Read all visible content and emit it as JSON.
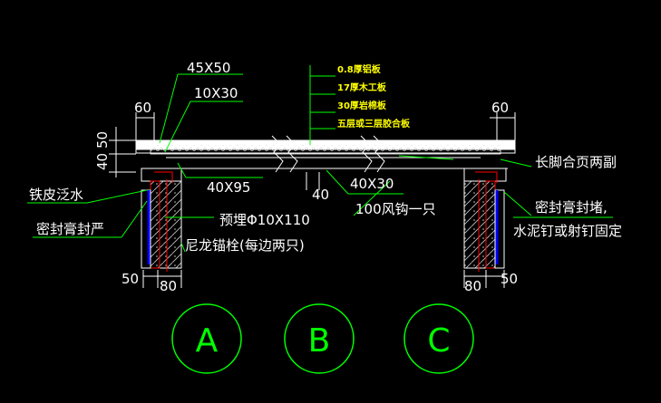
{
  "diagram": {
    "dims": {
      "top_frame": "45X50",
      "top_frame2": "10X30",
      "left_60": "60",
      "right_60": "60",
      "height_50": "50",
      "height_40": "40",
      "sleeper": "40X95",
      "mid_40": "40",
      "mid_40x30": "40X30",
      "bottom_left_50": "50",
      "bottom_left_80": "80",
      "bottom_right_80": "80",
      "bottom_right_50": "50"
    },
    "layers": {
      "l1": "0.8厚铝板",
      "l2": "17厚木工板",
      "l3": "30厚岩棉板",
      "l4": "五层或三层胶合板"
    },
    "notes": {
      "flashing": "铁皮泛水",
      "seal_left": "密封膏封严",
      "embed": "预埋Φ10X110",
      "anchor": "尼龙锚栓(每边两只)",
      "hook": "100风钩一只",
      "hinge": "长脚合页两副",
      "seal_right1": "密封膏封堵,",
      "seal_right2": "水泥钉或射钉固定"
    },
    "circles": [
      "A",
      "B",
      "C"
    ],
    "colors": {
      "background": "#000000",
      "line": "#ffffff",
      "green": "#00ff00",
      "red": "#ff0000",
      "blue": "#0000ff",
      "yellow": "#ffff00"
    }
  }
}
